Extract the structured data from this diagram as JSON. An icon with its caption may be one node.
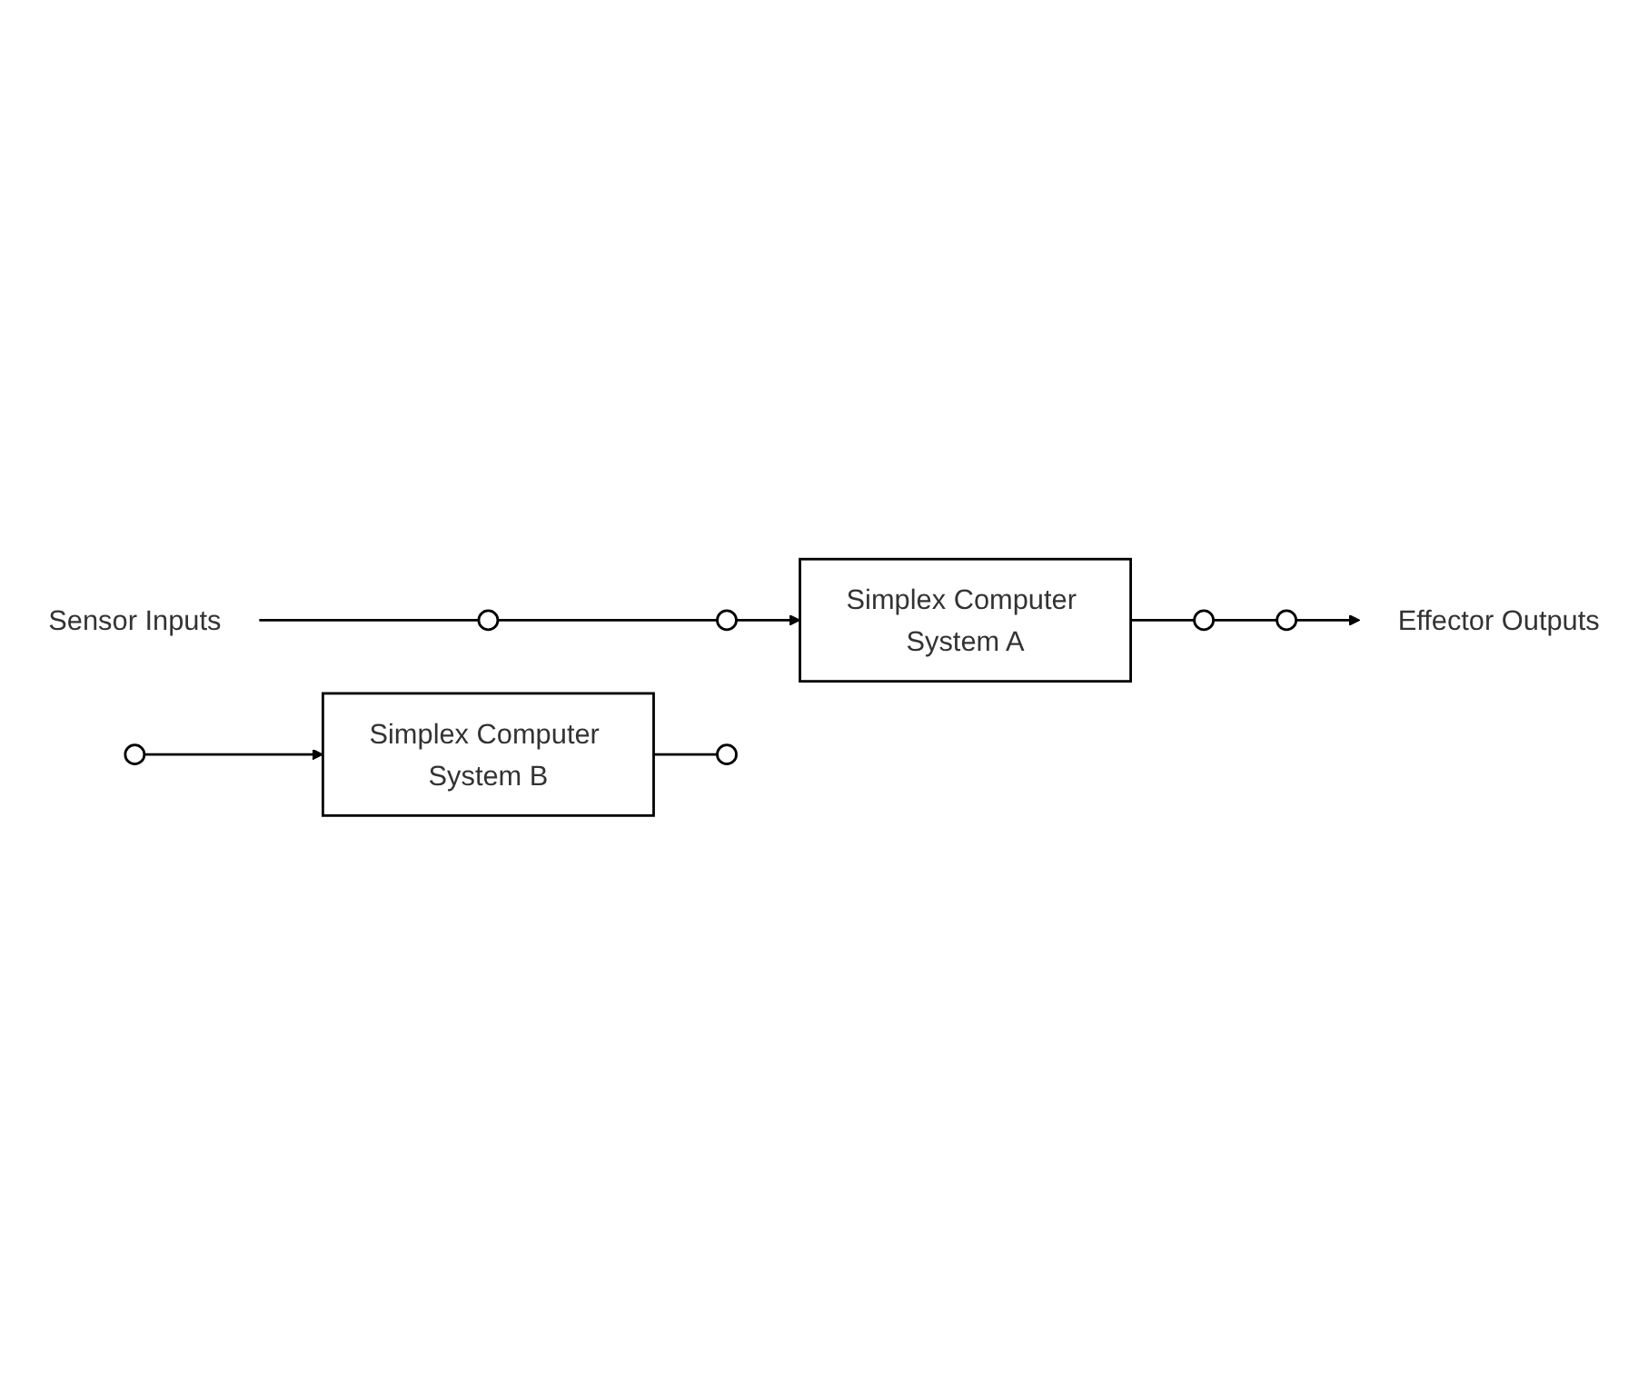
{
  "diagram": {
    "nodes": [
      {
        "text": [
          "Sensor Inputs"
        ]
      },
      {
        "text": [],
        "shape": "circle"
      },
      {
        "text": [],
        "shape": "circle"
      },
      {
        "text": [],
        "shape": "circle"
      },
      {
        "text": [
          "Simplex Computer System A"
        ]
      },
      {
        "text": [
          "Simplex Computer System B"
        ]
      },
      {
        "text": [],
        "shape": "circle"
      },
      {
        "text": [],
        "shape": "circle"
      },
      {
        "text": [],
        "shape": "circle"
      },
      {
        "text": [
          "Effector Outputs"
        ]
      }
    ],
    "edges": [
      {
        "from": 0,
        "to": 1,
        "arrow": "none"
      },
      {
        "from": 1,
        "to": 2,
        "arrow": "none"
      },
      {
        "from": 2,
        "to": 4,
        "arrow": "to"
      },
      {
        "from": 3,
        "to": 5,
        "arrow": "to"
      },
      {
        "from": 4,
        "to": 6,
        "arrow": "none"
      },
      {
        "from": 5,
        "to": 7,
        "arrow": "none"
      },
      {
        "from": 6,
        "to": 8,
        "arrow": "none"
      },
      {
        "from": 8,
        "to": 9,
        "arrow": "to"
      }
    ]
  }
}
